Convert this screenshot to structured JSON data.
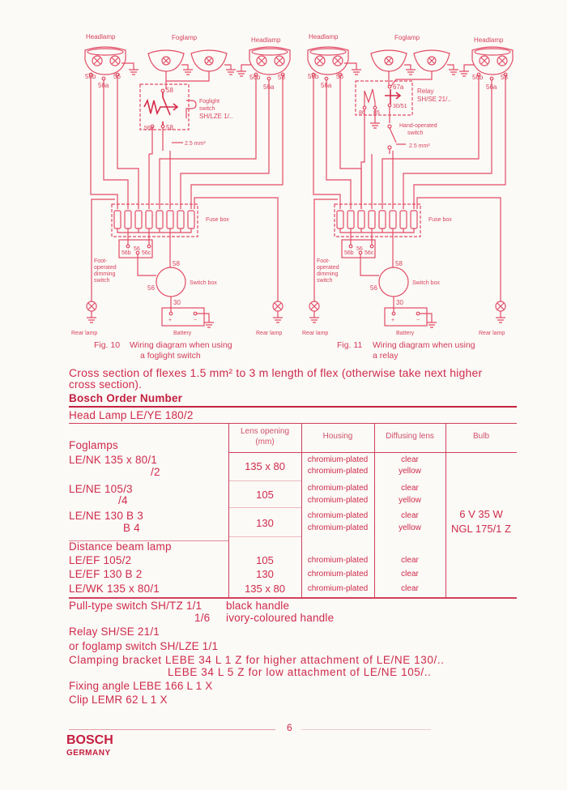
{
  "terminals": {
    "t56b": "56b",
    "t56a": "56a",
    "t56": "56",
    "t58": "58",
    "t56c": "56c",
    "t30": "30",
    "plus": "+",
    "minus": "−"
  },
  "figures": [
    {
      "headlamp_left": "Headlamp",
      "foglamp": "Foglamp",
      "headlamp_right": "Headlamp",
      "switch_label": [
        "Foglight",
        "switch",
        "SH/LZE 1/.."
      ],
      "switch_terminals": [
        "58",
        "56a",
        "58"
      ],
      "cross_section": "2.5 mm²",
      "fuse_box": "Fuse box",
      "dimming_switch": [
        "Foot-",
        "operated",
        "dimming",
        "switch"
      ],
      "switch_box": "Switch box",
      "battery": "Battery",
      "rear_lamp_left": "Rear lamp",
      "rear_lamp_right": "Rear lamp",
      "caption_num": "Fig. 10",
      "caption": [
        "Wiring diagram when using",
        "a foglight switch"
      ]
    },
    {
      "headlamp_left": "Headlamp",
      "foglamp": "Foglamp",
      "headlamp_right": "Headlamp",
      "switch_label": [
        "Relay",
        "SH/SE 21/.."
      ],
      "relay_terminals": [
        "67a",
        "30/51",
        "86",
        "85"
      ],
      "hand_switch": [
        "Hand-operated",
        "switch"
      ],
      "cross_section": "2.5 mm²",
      "fuse_box": "Fuse box",
      "dimming_switch": [
        "Foot-",
        "operated",
        "dimming",
        "switch"
      ],
      "switch_box": "Switch box",
      "battery": "Battery",
      "rear_lamp_left": "Rear lamp",
      "rear_lamp_right": "Rear lamp",
      "caption_num": "Fig. 11",
      "caption": [
        "Wiring diagram when using",
        "a relay"
      ]
    }
  ],
  "cross_section_note": [
    "Cross section of flexes 1.5 mm² to 3 m length of flex (otherwise take next higher",
    "cross section)."
  ],
  "order_heading": "Bosch Order Number",
  "head_lamp": "Head Lamp LE/YE 180/2",
  "table": {
    "headers": {
      "lens": [
        "Lens opening",
        "(mm)"
      ],
      "housing": "Housing",
      "diffusing": "Diffusing lens",
      "bulb": "Bulb"
    },
    "group1": "Foglamps",
    "rows1": [
      {
        "name": [
          "LE/NK 135 x 80/1",
          "/2"
        ],
        "lens": "135 x 80",
        "housing": [
          "chromium-plated",
          "chromium-plated"
        ],
        "lensc": [
          "clear",
          "yellow"
        ]
      },
      {
        "name": [
          "LE/NE 105/3",
          "/4"
        ],
        "lens": "105",
        "housing": [
          "chromium-plated",
          "chromium-plated"
        ],
        "lensc": [
          "clear",
          "yellow"
        ]
      },
      {
        "name": [
          "LE/NE 130 B 3",
          "B 4"
        ],
        "lens": "130",
        "housing": [
          "chromium-plated",
          "chromium-plated"
        ],
        "lensc": [
          "clear",
          "yellow"
        ]
      }
    ],
    "group2": "Distance beam lamp",
    "rows2": [
      {
        "name": "LE/EF 105/2",
        "lens": "105",
        "housing": "chromium-plated",
        "lensc": "clear"
      },
      {
        "name": "LE/EF 130 B 2",
        "lens": "130",
        "housing": "chromium-plated",
        "lensc": "clear"
      },
      {
        "name": "LE/WK 135 x 80/1",
        "lens": "135 x 80",
        "housing": "chromium-plated",
        "lensc": "clear"
      }
    ],
    "bulb": [
      "6 V 35 W",
      "NGL 175/1 Z"
    ]
  },
  "accessories": {
    "pull_switch": "Pull-type switch SH/TZ 1/1",
    "pull_switch_a": "black handle",
    "pull_switch_alt": "1/6",
    "pull_switch_b": "ivory-coloured handle",
    "relay": "Relay SH/SE 21/1",
    "foglamp_switch": "or foglamp switch SH/LZE 1/1",
    "clamp1": "Clamping bracket LEBE 34 L 1 Z for higher attachment of LE/NE 130/..",
    "clamp2": "LEBE 34 L 5 Z for low attachment of    LE/NE 105/..",
    "fixing": "Fixing angle LEBE 166 L 1 X",
    "clip": "Clip LEMR 62 L 1 X"
  },
  "page_number": "6",
  "brand": "BOSCH",
  "country": "GERMANY",
  "colors": {
    "text": "#cf2a4c",
    "lines": "#e24b66",
    "paper": "#fbfaf6"
  }
}
